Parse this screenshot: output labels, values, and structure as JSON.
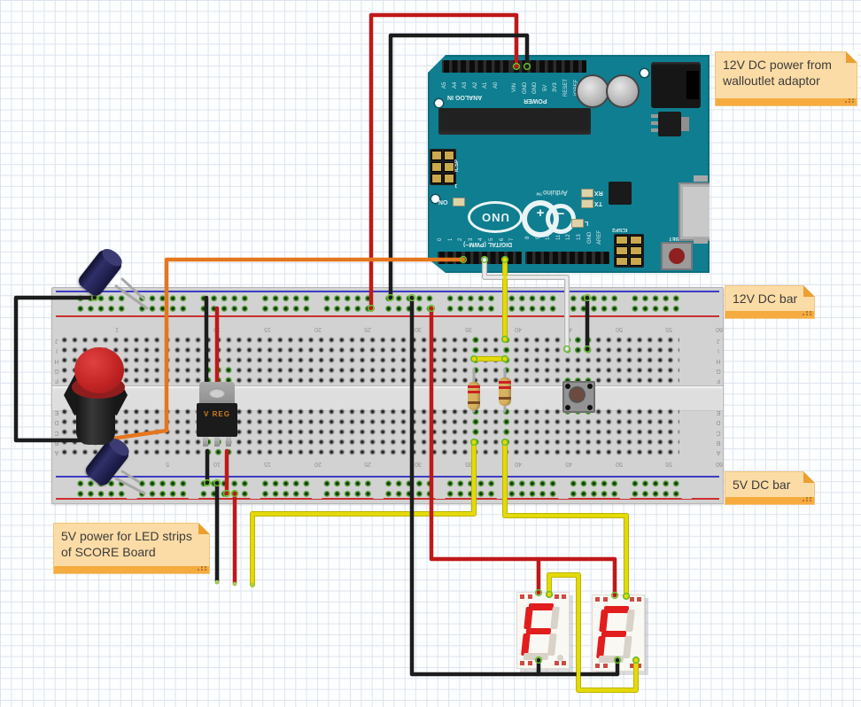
{
  "notes": {
    "power_source": "12V DC  power from walloutlet adaptor",
    "bar_12v": "12V DC bar",
    "bar_5v": "5V  DC bar",
    "led_power": "5V power for LED strips of SCORE Board"
  },
  "arduino": {
    "brand": "Arduino™",
    "model": "UNO",
    "analog_header_label": "ANALOG IN",
    "power_header_label": "POWER",
    "digital_header_label": "DIGITAL (PWM~)",
    "icsp_label": "ICSP",
    "icsp_pin1": "1",
    "icsp2_label": "ICSP2",
    "on_label": "ON",
    "l_label": "L",
    "rx_label": "RX",
    "tx_label": "TX",
    "reset_label": "RESET",
    "analog_pins": [
      "A5",
      "A4",
      "A3",
      "A2",
      "A1",
      "A0"
    ],
    "power_pins": [
      "VIN",
      "GND",
      "GND",
      "5V",
      "3V3",
      "RESET",
      "IOREF"
    ],
    "digital_pins_left": [
      "0",
      "1",
      "2",
      "3",
      "4",
      "5",
      "6",
      "7"
    ],
    "digital_pins_right": [
      "8",
      "9",
      "10",
      "11",
      "12",
      "13",
      "GND",
      "AREF"
    ]
  },
  "breadboard": {
    "column_numbers": [
      "1",
      "5",
      "10",
      "15",
      "20",
      "25",
      "30",
      "35",
      "40",
      "45",
      "50",
      "55",
      "60"
    ],
    "row_letters_upper": [
      "J",
      "I",
      "H",
      "G",
      "F"
    ],
    "row_letters_lower": [
      "E",
      "D",
      "C",
      "B",
      "A"
    ]
  },
  "components": {
    "voltage_regulator_label": "V REG",
    "seven_segment_left_value": "F",
    "seven_segment_right_value": "F"
  },
  "colors": {
    "wire_red": "#c01818",
    "wire_black": "#1c1c1c",
    "wire_yellow": "#e3da07",
    "wire_orange": "#e5761e",
    "wire_white": "#ececec",
    "board_teal": "#0f7e90",
    "breadboard_gray": "#d2d2d2",
    "note_bg": "#fcdca6",
    "note_bar": "#f6ab3e",
    "segment_lit": "#e21d1d"
  }
}
